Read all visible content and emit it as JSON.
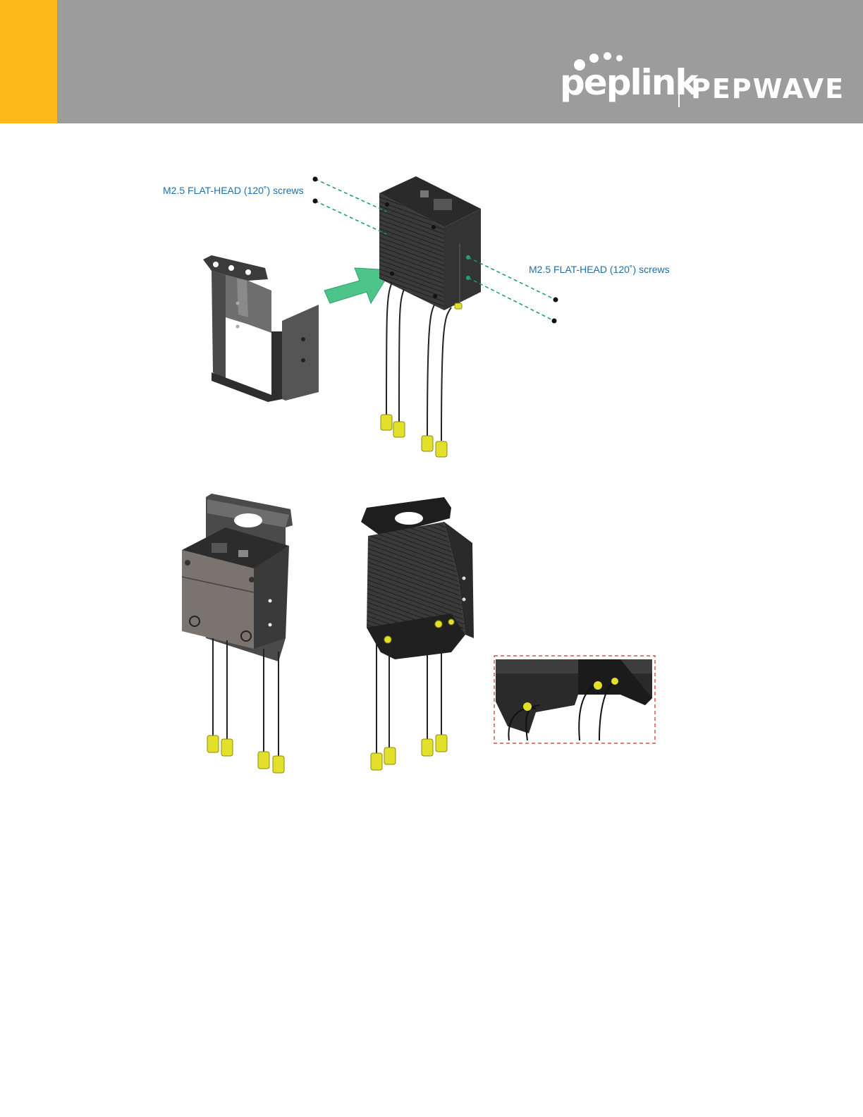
{
  "header": {
    "brand_primary": "peplink",
    "brand_secondary": "PEPWAVE",
    "bar_color": "#9c9c9c",
    "accent_color": "#fdb71a"
  },
  "figure_top": {
    "callout_left": "M2.5 FLAT-HEAD (120˚) screws",
    "callout_right": "M2.5 FLAT-HEAD (120˚) screws",
    "arrow_color": "#4cc48a",
    "guide_color": "#1a9a6a"
  },
  "figure_bottom": {
    "detail_frame_color": "#d9534f"
  }
}
